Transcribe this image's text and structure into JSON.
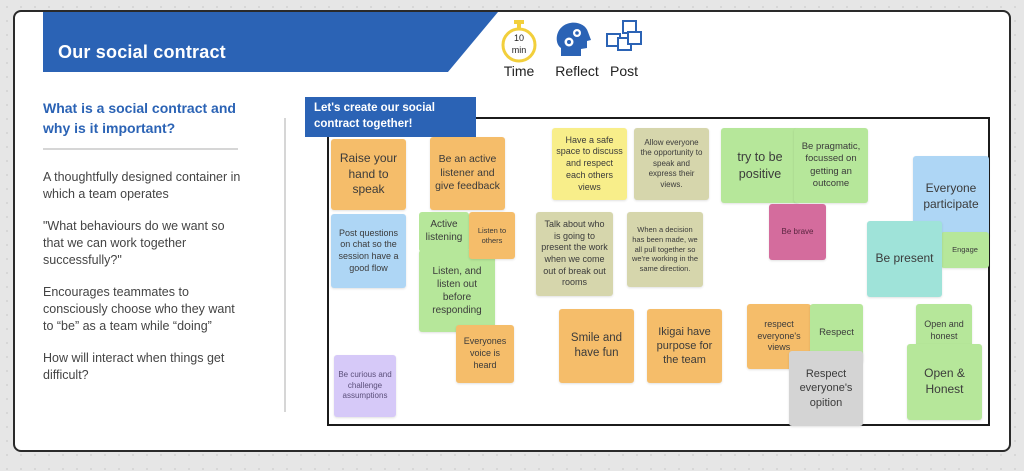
{
  "header": {
    "title": "Our social contract",
    "accent_color": "#2b63b5"
  },
  "toolbar": {
    "time": {
      "icon": "stopwatch-icon",
      "value": "10",
      "unit": "min",
      "label": "Time"
    },
    "reflect": {
      "icon": "head-gears-icon",
      "label": "Reflect"
    },
    "post": {
      "icon": "sticky-notes-icon",
      "label": "Post"
    }
  },
  "left_panel": {
    "question": "What is a social contract and why is it important?",
    "paragraphs": [
      "A thoughtfully designed container in which a team operates",
      "\"What behaviours do we want so that we can work together successfully?\"",
      "Encourages teammates to consciously choose who they want to “be” as a team while “doing”",
      "How will interact when things get difficult?"
    ]
  },
  "board": {
    "label": "Let's create our social contract together!",
    "notes": [
      {
        "text": "Raise your hand to speak",
        "color": "orange"
      },
      {
        "text": "Be an active listener and give feedback",
        "color": "orange"
      },
      {
        "text": "Post questions on chat so the session have a good flow",
        "color": "blue"
      },
      {
        "text": "Active listening",
        "color": "green"
      },
      {
        "text": "Listen, and listen out before responding",
        "color": "green"
      },
      {
        "text": "Listen to others",
        "color": "orange"
      },
      {
        "text": "Everyones voice is heard",
        "color": "orange"
      },
      {
        "text": "Be curious and challenge assumptions",
        "color": "purple"
      },
      {
        "text": "Have a safe space to discuss and respect each others views",
        "color": "yellow"
      },
      {
        "text": "Allow everyone the opportunity to speak and express their views.",
        "color": "khaki"
      },
      {
        "text": "Talk about who is going to present the work when we come out of break out rooms",
        "color": "khaki"
      },
      {
        "text": "When a decision has been made, we all pull together so we're working in the same direction.",
        "color": "khaki"
      },
      {
        "text": "Smile and have fun",
        "color": "orange"
      },
      {
        "text": "Ikigai have purpose for the team",
        "color": "orange"
      },
      {
        "text": "try to be positive",
        "color": "green"
      },
      {
        "text": "Be pragmatic, focussed on getting an outcome",
        "color": "green"
      },
      {
        "text": "Be brave",
        "color": "pink"
      },
      {
        "text": "Everyone participate",
        "color": "blue"
      },
      {
        "text": "Engage",
        "color": "green"
      },
      {
        "text": "Be present",
        "color": "teal"
      },
      {
        "text": "respect everyone's views",
        "color": "orange"
      },
      {
        "text": "Respect",
        "color": "green"
      },
      {
        "text": "Respect everyone's opition",
        "color": "grey"
      },
      {
        "text": "Open and honest",
        "color": "green"
      },
      {
        "text": "Open & Honest",
        "color": "green"
      }
    ]
  }
}
